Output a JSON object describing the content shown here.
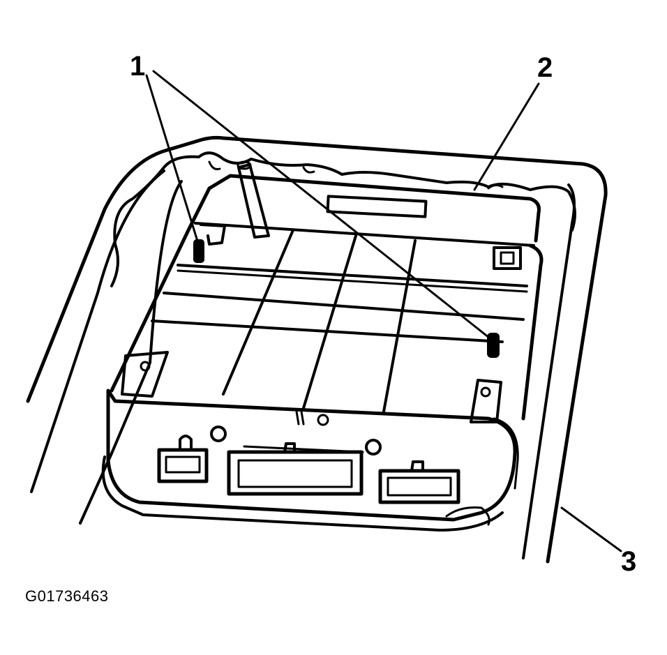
{
  "figure": {
    "id": "G01736463",
    "line_color": "#000000",
    "background_color": "#ffffff"
  },
  "callouts": [
    {
      "label": "1"
    },
    {
      "label": "2"
    },
    {
      "label": "3"
    }
  ]
}
